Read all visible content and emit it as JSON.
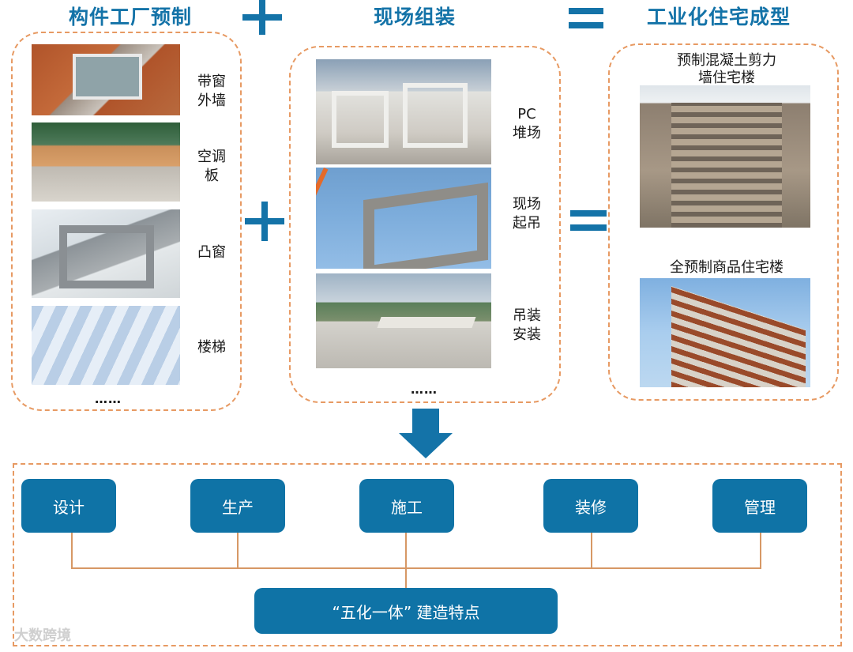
{
  "titles": {
    "components": "构件工厂预制",
    "assembly": "现场组装",
    "result": "工业化住宅成型"
  },
  "left_panel": {
    "items": [
      {
        "label": "带窗\n外墙"
      },
      {
        "label": "空调\n板"
      },
      {
        "label": "凸窗"
      },
      {
        "label": "楼梯"
      }
    ],
    "more": "……"
  },
  "middle_panel": {
    "items": [
      {
        "label": "PC\n堆场"
      },
      {
        "label": "现场\n起吊"
      },
      {
        "label": "吊装\n安装"
      }
    ],
    "more": "……"
  },
  "right_panel": {
    "captions": [
      {
        "label": "预制混凝土剪力\n墙住宅楼"
      },
      {
        "label": "全预制商品住宅楼"
      }
    ]
  },
  "features": {
    "steps": [
      "设计",
      "生产",
      "施工",
      "装修",
      "管理"
    ],
    "summary": "“五化一体” 建造特点"
  },
  "watermark": "大数跨境",
  "colors": {
    "accent_blue": "#1473a8",
    "box_blue": "#0f73a6",
    "dash_orange": "#e79a63",
    "connector": "#d79865"
  }
}
